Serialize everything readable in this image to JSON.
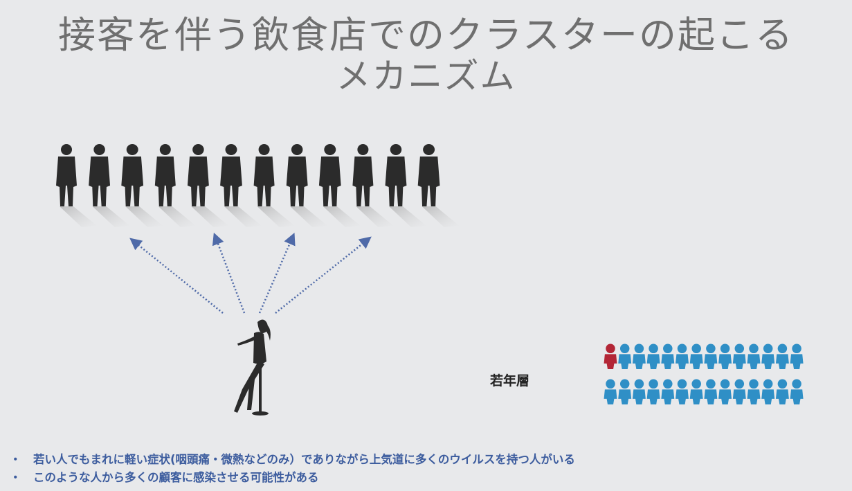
{
  "slide": {
    "title_line1": "接客を伴う飲食店でのクラスターの起こる",
    "title_line2": "メカニズム",
    "young_label": "若年層",
    "bullets": [
      "若い人でもまれに軽い症状(咽頭痛・微熱などのみ）でありながら上気道に多くのウイルスを持つ人がいる",
      "このような人から多くの顧客に感染させる可能性がある"
    ],
    "bullet_marker": "・"
  },
  "figure": {
    "customer_count": 12,
    "young_rows": [
      {
        "red": 1,
        "blue": 13
      },
      {
        "red": 0,
        "blue": 14
      }
    ],
    "colors": {
      "silhouette": "#2b2b2b",
      "arrow": "#4f6aa8",
      "young_blue": "#2f8fc6",
      "young_red": "#b32636",
      "bullet_text": "#3c5c9e"
    }
  }
}
